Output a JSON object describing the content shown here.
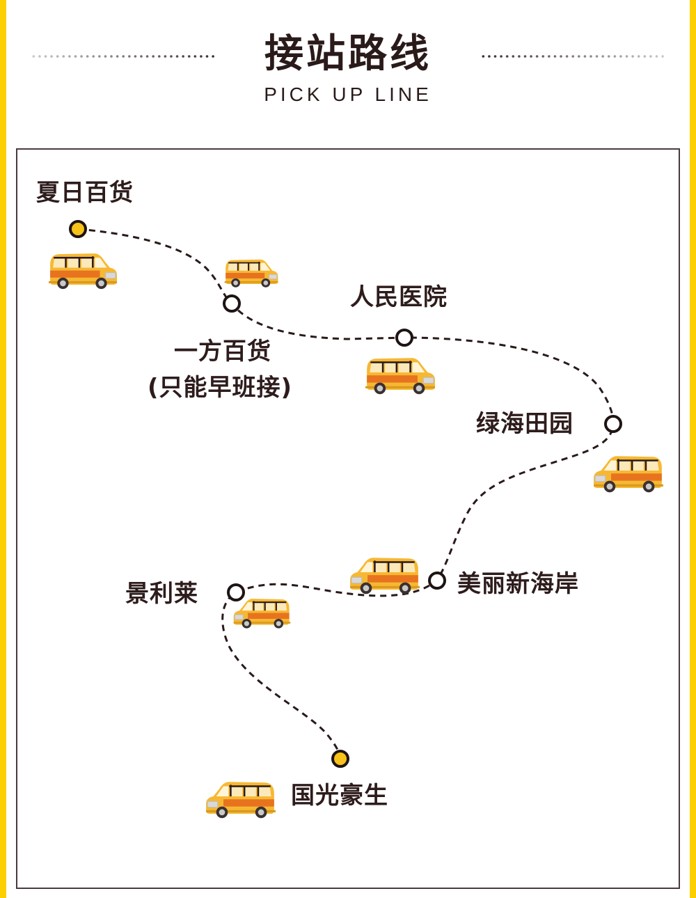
{
  "header": {
    "title": "接站路线",
    "subtitle": "PICK UP LINE"
  },
  "colors": {
    "accent_yellow": "#fcd000",
    "terminal_fill": "#f7c21a",
    "route_line": "#2a1a1a",
    "text_dark": "#2e1c1c",
    "van_body": "#f6b833",
    "van_stripe": "#e8731e"
  },
  "route": {
    "stops": [
      {
        "name": "夏日百货",
        "type": "start"
      },
      {
        "name": "一方百货",
        "note": "(只能早班接)",
        "type": "stop"
      },
      {
        "name": "人民医院",
        "type": "stop"
      },
      {
        "name": "绿海田园",
        "type": "stop"
      },
      {
        "name": "美丽新海岸",
        "type": "stop"
      },
      {
        "name": "景利莱",
        "type": "stop"
      },
      {
        "name": "国光豪生",
        "type": "end"
      }
    ],
    "vehicle_icon": "van-icon"
  }
}
